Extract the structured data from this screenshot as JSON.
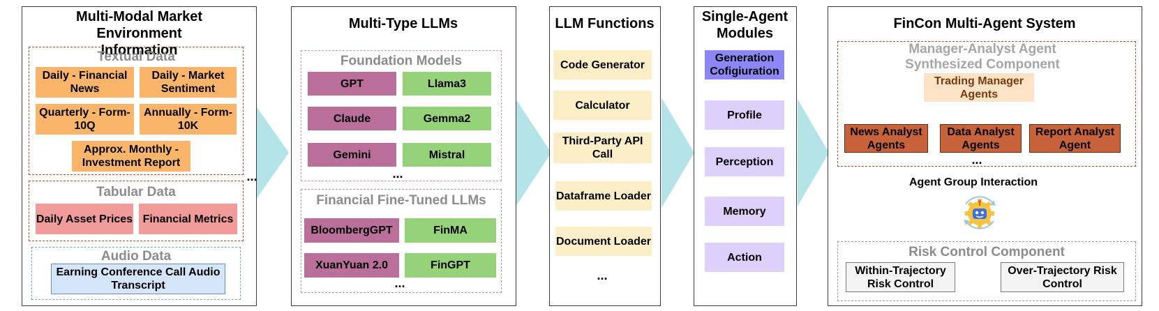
{
  "market_env": {
    "title": "Multi-Modal Market Environment Information",
    "textual": {
      "title": "Textual Data",
      "items": [
        "Daily - Financial News",
        "Daily - Market Sentiment",
        "Quarterly - Form-10Q",
        "Annually - Form-10K",
        "Approx. Monthly - Investment Report"
      ]
    },
    "tabular": {
      "title": "Tabular Data",
      "items": [
        "Daily Asset Prices",
        "Financial Metrics"
      ]
    },
    "audio": {
      "title": "Audio Data",
      "items": [
        "Earning Conference Call Audio Transcript"
      ]
    },
    "ellipsis": "..."
  },
  "llms": {
    "title": "Multi-Type LLMs",
    "foundation": {
      "title": "Foundation Models",
      "left": [
        "GPT",
        "Claude",
        "Gemini"
      ],
      "right": [
        "Llama3",
        "Gemma2",
        "Mistral"
      ],
      "ellipsis": "..."
    },
    "finetuned": {
      "title": "Financial Fine-Tuned LLMs",
      "left": [
        "BloombergGPT",
        "XuanYuan 2.0"
      ],
      "right": [
        "FinMA",
        "FinGPT"
      ],
      "ellipsis": "..."
    }
  },
  "functions": {
    "title": "LLM Functions",
    "items": [
      "Code Generator",
      "Calculator",
      "Third-Party API Call",
      "Dataframe Loader",
      "Document Loader"
    ],
    "ellipsis": "..."
  },
  "modules": {
    "title": "Single-Agent Modules",
    "items": [
      "Generation Cofigiuration",
      "Profile",
      "Perception",
      "Memory",
      "Action"
    ]
  },
  "fincon": {
    "title": "FinCon Multi-Agent System",
    "manager_analyst": {
      "title": "Manager-Analyst Agent Synthesized Component",
      "manager": "Trading Manager Agents",
      "analysts": [
        "News Analyst Agents",
        "Data Analyst Agents",
        "Report Analyst Agent"
      ],
      "ellipsis": "..."
    },
    "interaction": "Agent Group Interaction",
    "risk": {
      "title": "Risk Control Component",
      "items": [
        "Within-Trajectory Risk Control",
        "Over-Trajectory Risk Control"
      ]
    }
  },
  "colors": {
    "textual": "#fbb56a",
    "tabular": "#f19c9a",
    "audio": "#d6e6fa",
    "foundation_left": "#b96f9a",
    "foundation_right": "#96d27a",
    "functions": "#fcefc8",
    "modules": "#ddd0fb",
    "generation": "#8c87f5",
    "manager": "#fde3c6",
    "analyst": "#c8623a",
    "arrow": "#b4e4e7"
  }
}
